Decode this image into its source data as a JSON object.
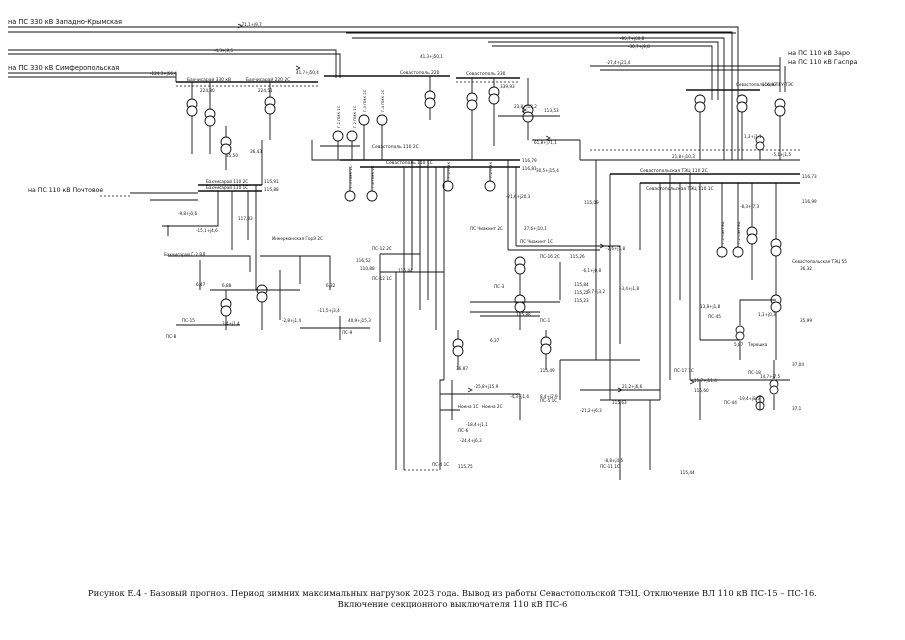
{
  "caption": {
    "line1": "Рисунок Е.4 - Базовый прогноз. Период зимних максимальных нагрузок 2023 года. Вывод из работы Севастопольской ТЭЦ. Отключение ВЛ 110 кВ ПС-15 – ПС-16.",
    "line2": "Включение секционного выключателя 110 кВ ПС-6"
  },
  "external_links": [
    {
      "id": "zap-krym",
      "label": "на ПС 330 кВ Западно-Крымская"
    },
    {
      "id": "simf",
      "label": "на ПС 330 кВ Симферопольская"
    },
    {
      "id": "pocht",
      "label": "на ПС 110 кВ Почтовое"
    },
    {
      "id": "zaro",
      "label": "на ПС 110 кВ Заро"
    },
    {
      "id": "gaspra",
      "label": "на ПС 110 кВ Гаспра"
    }
  ],
  "buses": [
    {
      "id": "bakh330",
      "label": "Бахчисарай 330 кВ"
    },
    {
      "id": "bakh220",
      "label": "Бахчисарай 220 2С"
    },
    {
      "id": "sev220",
      "label": "Севастополь 220"
    },
    {
      "id": "sev330",
      "label": "Севастополь 330"
    },
    {
      "id": "sev110",
      "label": "Севастополь 110 2С"
    },
    {
      "id": "sev110b",
      "label": "Севастополь 110 1С"
    },
    {
      "id": "sevtec",
      "label": "Севастопольская ТЭЦ 110 2С"
    },
    {
      "id": "sevtec2",
      "label": "Севастопольская ТЭЦ 110 1С"
    },
    {
      "id": "bakh110",
      "label": "Бахчисарай 110 2С"
    },
    {
      "id": "bakh110b",
      "label": "Бахчисарай 110 1С"
    },
    {
      "id": "inkerman",
      "label": "Инкерманская ГорЭ 2С"
    },
    {
      "id": "bakhg2",
      "label": "Бахчисарай Г-2 ВЛ"
    },
    {
      "id": "sevpgu",
      "label": "Севастопольская ПГУ-ТЭС"
    },
    {
      "id": "sevtec3",
      "label": "Севастопольская ТЭЦ 55"
    },
    {
      "id": "chiakin",
      "label": "ПС Чиакинт 2С"
    },
    {
      "id": "chiakin1",
      "label": "ПС Чиакинт 1С"
    },
    {
      "id": "ps12",
      "label": "ПС-12 2С"
    },
    {
      "id": "ps12b",
      "label": "ПС-12 1С"
    },
    {
      "id": "ps16",
      "label": "ПС-16 2С"
    },
    {
      "id": "ps15",
      "label": "ПС-15"
    },
    {
      "id": "ps9",
      "label": "ПС-9"
    },
    {
      "id": "ps4",
      "label": "ПС-4 1С"
    },
    {
      "id": "ps11",
      "label": "ПС-11 1С"
    },
    {
      "id": "ps17",
      "label": "ПС-17 1С"
    },
    {
      "id": "ps18",
      "label": "ПС-18"
    },
    {
      "id": "ps44",
      "label": "ПС-44"
    },
    {
      "id": "ps45",
      "label": "ПС-45"
    },
    {
      "id": "ps6",
      "label": "ПС-6"
    },
    {
      "id": "bsk",
      "label": "Ноена 1С"
    },
    {
      "id": "bsk2",
      "label": "Ноена 2С"
    },
    {
      "id": "terek",
      "label": "Терешка"
    },
    {
      "id": "pb",
      "label": "ПС-8"
    },
    {
      "id": "ps1",
      "label": "ПС-1"
    },
    {
      "id": "ps5",
      "label": "ПС-5 1С"
    },
    {
      "id": "ps3",
      "label": "ПС-3"
    }
  ],
  "generators": [
    {
      "id": "g1",
      "label": "Г-1 ПМК 1С"
    },
    {
      "id": "g2",
      "label": "Г-2 ПМК 1С"
    },
    {
      "id": "g3",
      "label": "Г-3 ПМК 2С"
    },
    {
      "id": "g4",
      "label": "Г-4 ПМК 2С"
    },
    {
      "id": "g5",
      "label": "Г-5 ПМК 1С"
    },
    {
      "id": "g6",
      "label": "Г-6 ПМК 2С"
    },
    {
      "id": "g7",
      "label": "Г-1 ПМК"
    },
    {
      "id": "g8",
      "label": "Г-2 ПМК"
    },
    {
      "id": "g9",
      "label": "Г-1 СавТЭЦ"
    },
    {
      "id": "g10",
      "label": "Г-2 СавТЭЦ"
    }
  ],
  "voltages": [
    "224,80",
    "224,51",
    "339,93",
    "113,53",
    "116,79",
    "116,81",
    "115,09",
    "117,83",
    "116,92",
    "116,73",
    "116,99",
    "115,91",
    "115,88",
    "115,44",
    "116,52",
    "110,88",
    "6,32",
    "6,88",
    "35,50",
    "36,43",
    "115,88",
    "115,75",
    "115,26",
    "115,84",
    "115,22",
    "115,23",
    "115,63",
    "115,60",
    "37,04",
    "36,32",
    "35,99",
    "6,37",
    "5,87",
    "37,1",
    "36,87",
    "115,49",
    "6,47",
    "115,44"
  ],
  "flows": [
    "-71,1+j9,7",
    "-4,3+j9,5",
    "-124,3+j66,4",
    "41,7+j50,4",
    "41,3+j50,1",
    "-27,4+j21,4",
    "-95,7+j60,8",
    "-30,7+j9,8",
    "23,8+j12,2",
    "61,8+j71,1",
    "-15,1+j4,6",
    "30,5+j15,4",
    "-21,6+j20,3",
    "27,6+j10,1",
    "-2,6+j1,8",
    "-6,1+j0,8",
    "-5,7+j3,2",
    "-3,4+j1,8",
    "-9,8+j0,6",
    "3,4+j1,4",
    "-2,8+j1,4",
    "-11,5+j3,4",
    "40,9+j15,3",
    "-25,8+j15,9",
    "21,2+j6,6",
    "-21,2+j6,3",
    "-18,4+j1,1",
    "-4,3+j1,6",
    "8,4+j2,9",
    "-24,4+j6,3",
    "-8,3+j7,3",
    "1,3+j1,1",
    "-5,1+j1,5",
    "21,8+j10,3",
    "11,7+j11,4",
    "14,7+j7,5",
    "-19,4+j8,5",
    "13,8+j1,8",
    "1,3+j0,3",
    "-8,8+j4,5"
  ]
}
